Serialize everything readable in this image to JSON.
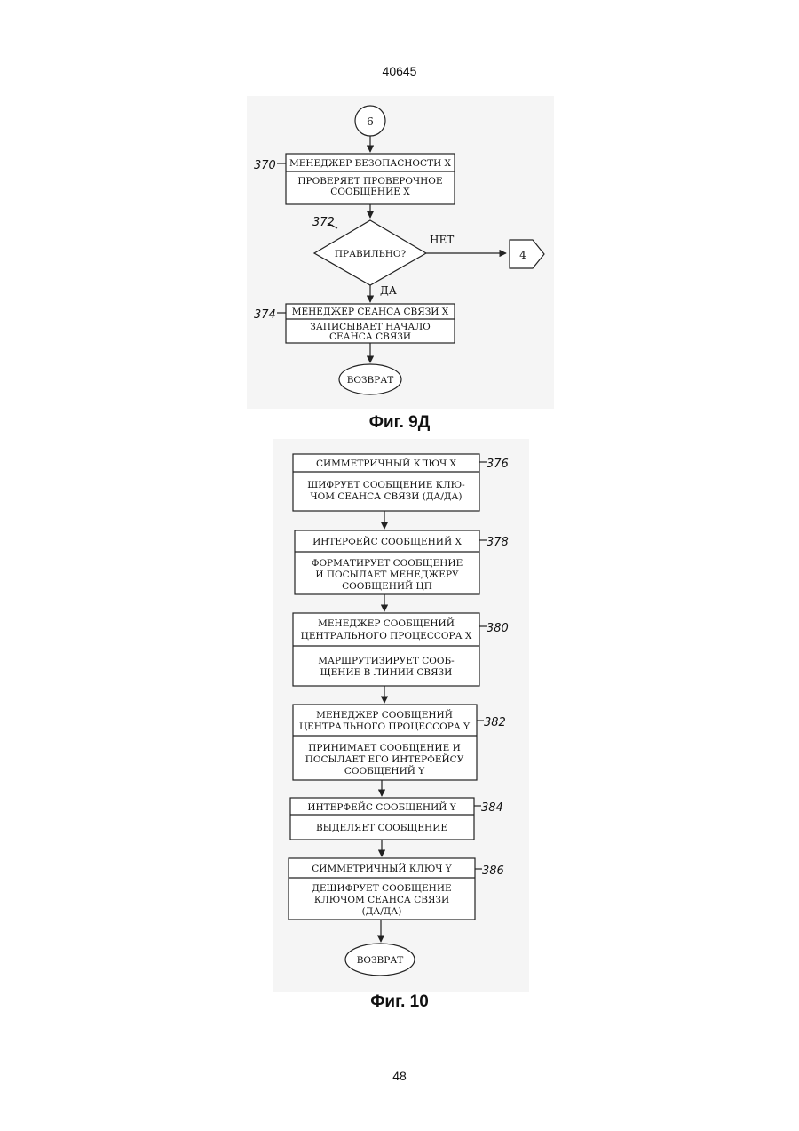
{
  "header": {
    "document_number": "40645"
  },
  "footer": {
    "page_number": "48"
  },
  "figure_9d": {
    "caption": "Фиг. 9Д",
    "connector_in": "6",
    "connector_out": "4",
    "step_370": {
      "ref": "370",
      "title": "МЕНЕДЖЕР БЕЗОПАСНОСТИ X",
      "body": [
        "ПРОВЕРЯЕТ ПРОВЕРОЧНОЕ",
        "СООБЩЕНИЕ X"
      ]
    },
    "decision_372": {
      "ref": "372",
      "question": "ПРАВИЛЬНО?",
      "no_label": "НЕТ",
      "yes_label": "ДА"
    },
    "step_374": {
      "ref": "374",
      "title": "МЕНЕДЖЕР СЕАНСА СВЯЗИ X",
      "body": [
        "ЗАПИСЫВАЕТ НАЧАЛО",
        "СЕАНСА СВЯЗИ"
      ]
    },
    "terminal": "ВОЗВРАТ"
  },
  "figure_10": {
    "caption": "Фиг. 10",
    "steps": [
      {
        "ref": "376",
        "title": [
          "СИММЕТРИЧНЫЙ КЛЮЧ X"
        ],
        "body": [
          "ШИФРУЕТ СООБЩЕНИЕ КЛЮ-",
          "ЧОМ СЕАНСА СВЯЗИ (ДА/ДА)"
        ]
      },
      {
        "ref": "378",
        "title": [
          "ИНТЕРФЕЙС СООБЩЕНИЙ X"
        ],
        "body": [
          "ФОРМАТИРУЕТ СООБЩЕНИЕ",
          "И ПОСЫЛАЕТ МЕНЕДЖЕРУ",
          "СООБЩЕНИЙ ЦП"
        ]
      },
      {
        "ref": "380",
        "title": [
          "МЕНЕДЖЕР СООБЩЕНИЙ",
          "ЦЕНТРАЛЬНОГО ПРОЦЕССОРА X"
        ],
        "body": [
          "МАРШРУТИЗИРУЕТ СООБ-",
          "ЩЕНИЕ В ЛИНИИ СВЯЗИ"
        ]
      },
      {
        "ref": "382",
        "title": [
          "МЕНЕДЖЕР СООБЩЕНИЙ",
          "ЦЕНТРАЛЬНОГО ПРОЦЕССОРА Y"
        ],
        "body": [
          "ПРИНИМАЕТ СООБЩЕНИЕ И",
          "ПОСЫЛАЕТ ЕГО ИНТЕРФЕЙСУ",
          "СООБЩЕНИЙ Y"
        ]
      },
      {
        "ref": "384",
        "title": [
          "ИНТЕРФЕЙС СООБЩЕНИЙ Y"
        ],
        "body": [
          "ВЫДЕЛЯЕТ СООБЩЕНИЕ"
        ]
      },
      {
        "ref": "386",
        "title": [
          "СИММЕТРИЧНЫЙ КЛЮЧ Y"
        ],
        "body": [
          "ДЕШИФРУЕТ СООБЩЕНИЕ",
          "КЛЮЧОМ СЕАНСА СВЯЗИ",
          "(ДА/ДА)"
        ]
      }
    ],
    "terminal": "ВОЗВРАТ"
  }
}
